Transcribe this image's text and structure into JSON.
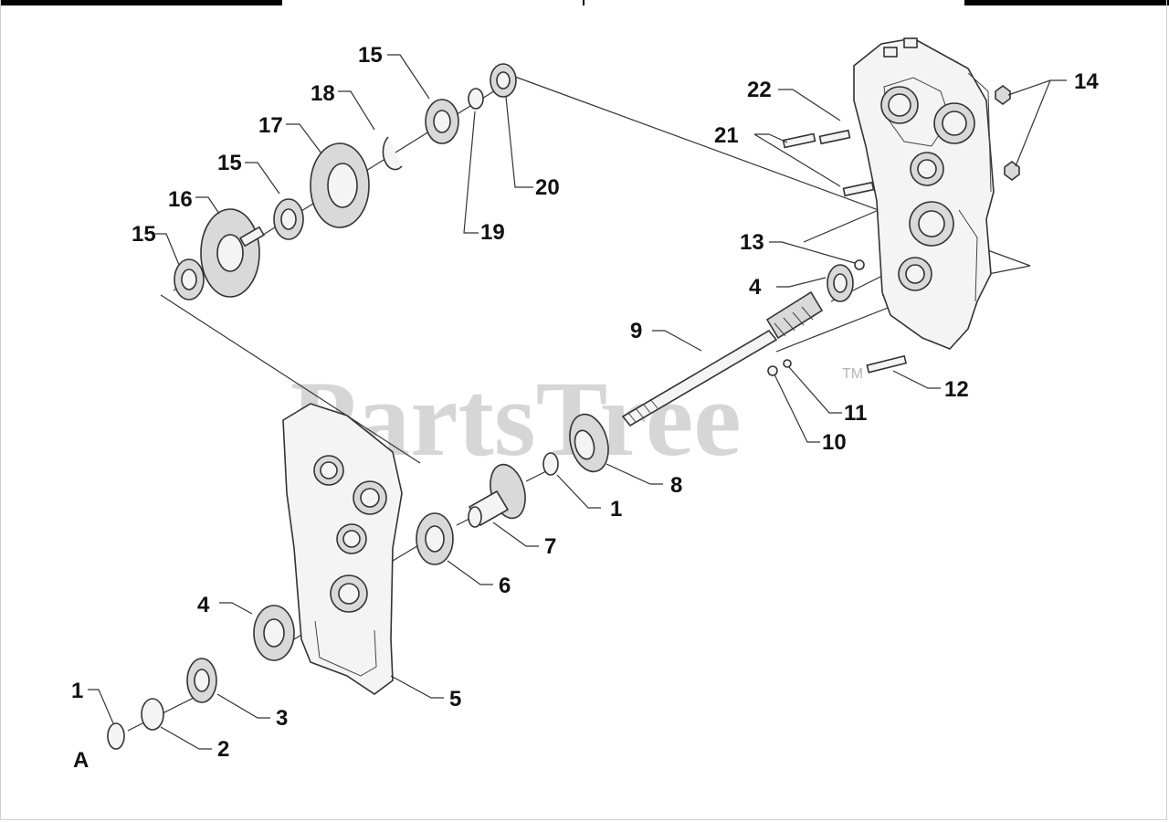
{
  "watermark": {
    "text": "PartsTree",
    "tm": "TM"
  },
  "colors": {
    "topbar": "#000000",
    "line": "#333333",
    "watermark": "#b5b5b5"
  },
  "callouts": {
    "c15a": "15",
    "c18": "18",
    "c17": "17",
    "c15b": "15",
    "c16": "16",
    "c15c": "15",
    "c19": "19",
    "c20": "20",
    "c22": "22",
    "c21": "21",
    "c14": "14",
    "c13": "13",
    "c4a": "4",
    "c9": "9",
    "c12": "12",
    "c11": "11",
    "c10": "10",
    "c8": "8",
    "c1a": "1",
    "c7": "7",
    "c6": "6",
    "c4b": "4",
    "c5": "5",
    "c3": "3",
    "c1b": "1",
    "c2": "2",
    "cA": "A"
  }
}
